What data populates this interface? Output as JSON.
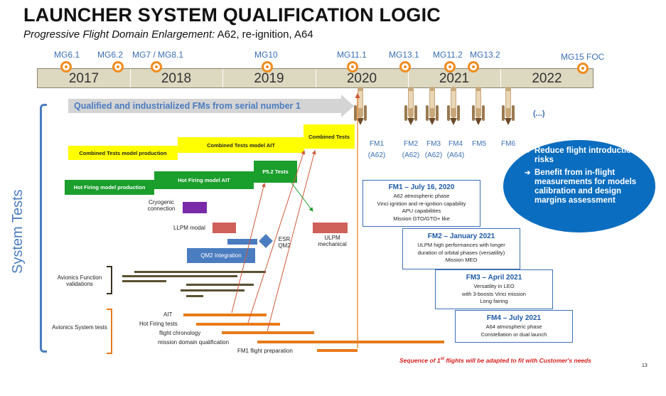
{
  "header": {
    "title": "LAUNCHER SYSTEM QUALIFICATION LOGIC",
    "subtitle_italic": "Progressive Flight Domain Enlargement:",
    "subtitle_rest": " A62, re-ignition, A64"
  },
  "timeline": {
    "years": [
      "2017",
      "2018",
      "2019",
      "2020",
      "2021",
      "2022"
    ]
  },
  "milestones": [
    "MG6.1",
    "MG6.2",
    "MG7 / MG8.1",
    "MG10",
    "MG11.1",
    "MG13.1",
    "MG11.2",
    "MG13.2",
    "MG15 FOC"
  ],
  "side_label": "System Tests",
  "banner": "Qualified and industrialized FMs from serial number 1",
  "flight_models": [
    {
      "name": "FM1",
      "config": "(A62)"
    },
    {
      "name": "FM2",
      "config": "(A62)"
    },
    {
      "name": "FM3",
      "config": "(A62)"
    },
    {
      "name": "FM4",
      "config": "(A64)"
    },
    {
      "name": "FM5",
      "config": ""
    },
    {
      "name": "FM6",
      "config": ""
    }
  ],
  "ellipsis": "(...)",
  "benefits": [
    "Reduce flight introduction risks",
    "Benefit from in-flight measurements for models calibration and design margins assessment"
  ],
  "test_boxes": {
    "combined_prod": "Combined Tests model production",
    "combined_ait": "Combined Tests model AIT",
    "combined_tests": "Combined Tests",
    "hot_prod": "Hot Firing model production",
    "hot_ait": "Hot Firing model AIT",
    "p52": "P5.2 Tests"
  },
  "labels": {
    "cryogenic": "Cryogenic connection",
    "llpm": "LLPM modal",
    "esr": "ESR QM2",
    "qm2": "QM2 Integration",
    "ulpm": "ULPM mechanical",
    "avionics_function": "Avionics Function validations",
    "avionics_system": "Avionics System tests",
    "ait": "AIT",
    "hot_firing": "Hot Firing tests",
    "flight_chrono": "flight chronology",
    "mission_domain": "mission domain qualification",
    "fm1_prep": "FM1 flight preparation"
  },
  "flights": [
    {
      "title": "FM1 – July 16, 2020",
      "lines": [
        "A62 atmospheric phase",
        "Vinci ignition and re-ignition capability",
        "APU capabilities",
        "Mission GTO/GTO+ like"
      ]
    },
    {
      "title": "FM2 – January 2021",
      "lines": [
        "ULPM high performances with longer",
        "duration of orbital phases (versatility)",
        "Mission MEO"
      ]
    },
    {
      "title": "FM3 – April 2021",
      "lines": [
        "Versatility in LEO",
        "with 3-boosts Vinci mission",
        "Long fairing"
      ]
    },
    {
      "title": "FM4 – July 2021",
      "lines": [
        "A64 atmospheric phase",
        "Constellation or dual launch"
      ]
    }
  ],
  "footer": {
    "note_pre": "Sequence of 1",
    "note_sup": "st",
    "note_post": " flights will be adapted to fit with Customer's needs",
    "page": "13"
  },
  "colors": {
    "accent_blue": "#3b6fb6",
    "orange": "#e87a1a",
    "yellow": "#ffff00",
    "green": "#1a9e2c",
    "ellipse": "#0b6dbf",
    "red_note": "#d42020"
  }
}
